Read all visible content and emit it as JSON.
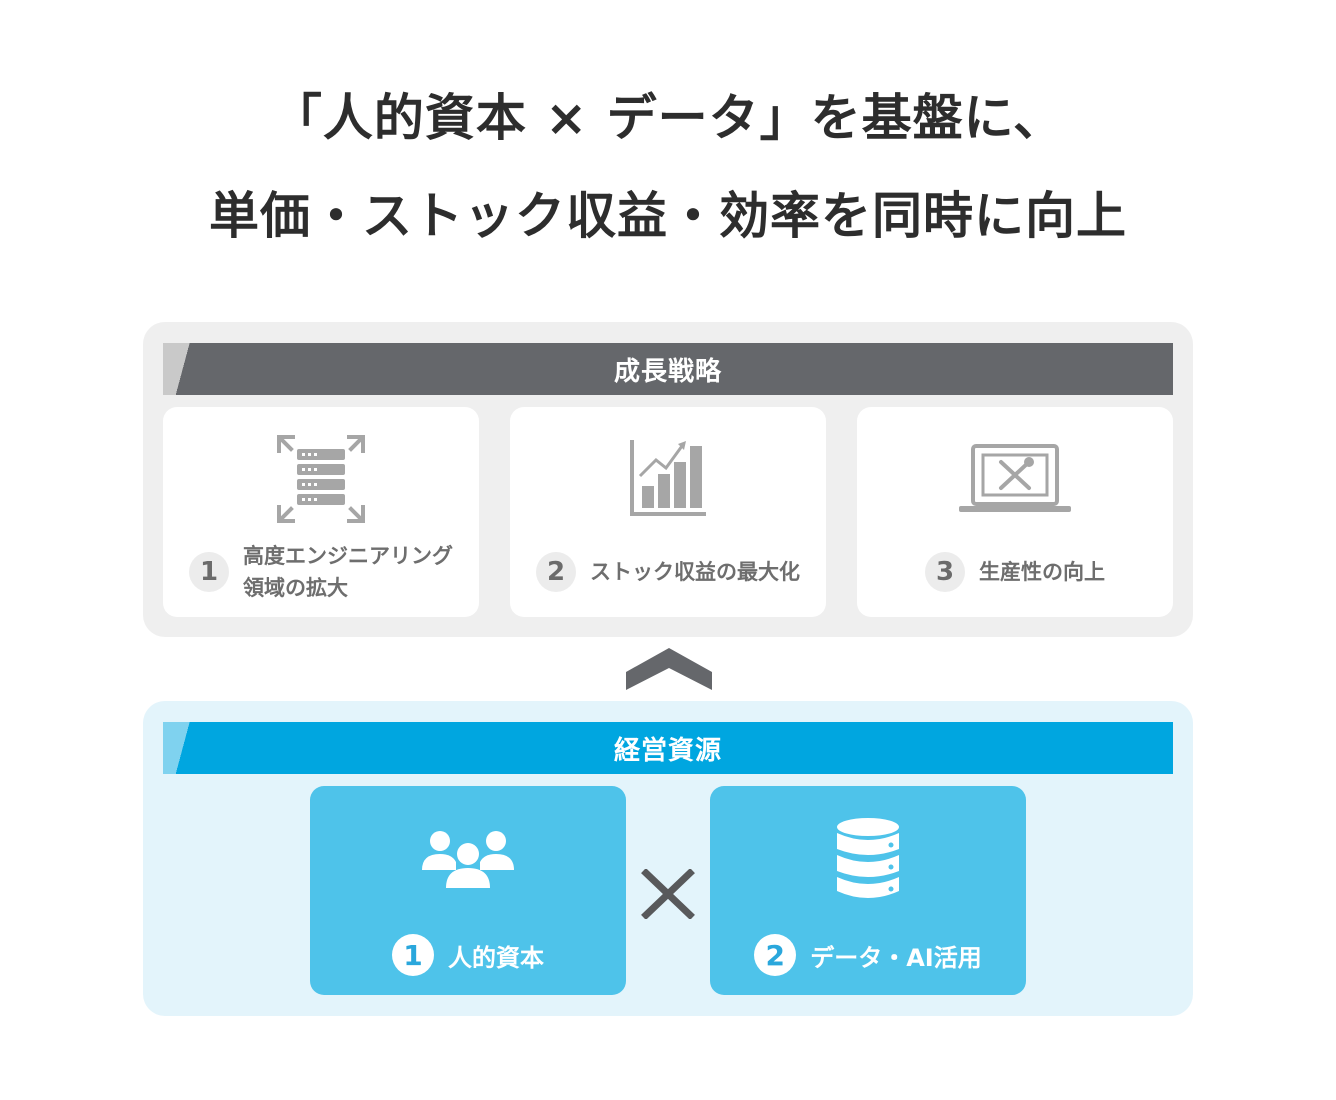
{
  "headline": {
    "line1": "「人的資本 × データ」を基盤に、",
    "line2": "単価・ストック収益・効率を同時に向上"
  },
  "growth_strategy": {
    "title": "成長戦略",
    "items": [
      {
        "number": "1",
        "label_line1": "高度エンジニアリング",
        "label_line2": "領域の拡大",
        "icon": "server-expand-icon"
      },
      {
        "number": "2",
        "label": "ストック収益の最大化",
        "icon": "growth-chart-icon"
      },
      {
        "number": "3",
        "label": "生産性の向上",
        "icon": "laptop-tools-icon"
      }
    ]
  },
  "connector": {
    "icon": "chevron-up-icon"
  },
  "management_resources": {
    "title": "経営資源",
    "items": [
      {
        "number": "1",
        "label": "人的資本",
        "icon": "people-icon"
      },
      {
        "number": "2",
        "label": "データ・AI活用",
        "icon": "database-icon"
      }
    ],
    "operator_icon": "times-icon"
  },
  "colors": {
    "dark_bar": "#65676b",
    "blue_bar": "#00a6e0",
    "resource_card": "#4ec3ea",
    "icon_gray": "#a6a6a6"
  }
}
